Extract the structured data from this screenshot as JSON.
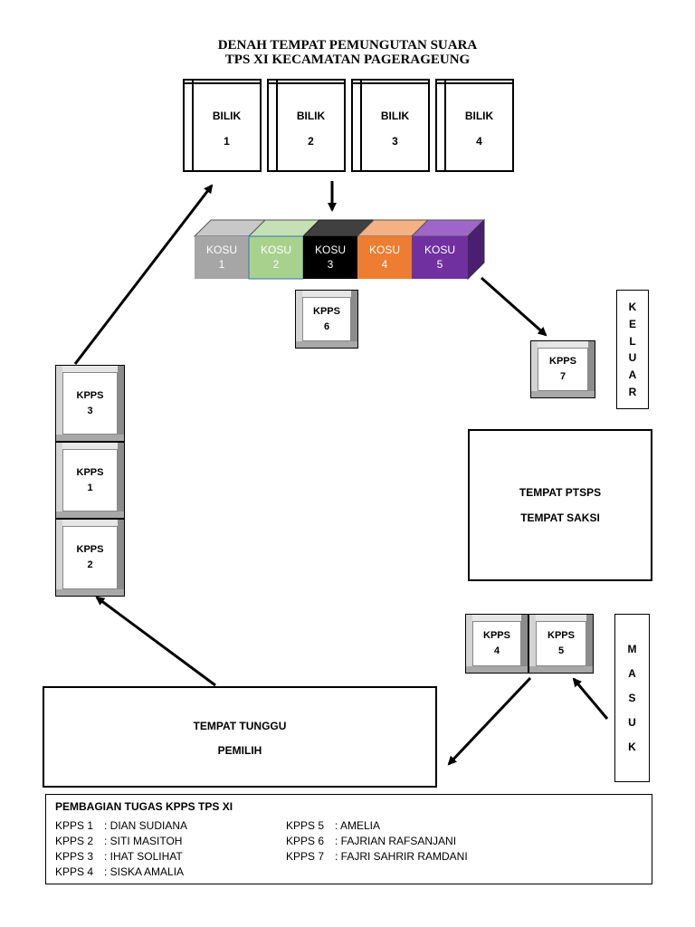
{
  "title": {
    "line1": "DENAH TEMPAT PEMUNGUTAN SUARA",
    "line2": "TPS XI KECAMATAN PAGERAGEUNG"
  },
  "booths": [
    {
      "label": "BILIK",
      "number": "1"
    },
    {
      "label": "BILIK",
      "number": "2"
    },
    {
      "label": "BILIK",
      "number": "3"
    },
    {
      "label": "BILIK",
      "number": "4"
    }
  ],
  "ballot_boxes": [
    {
      "label": "KOSU",
      "number": "1",
      "color": "#a6a6a6",
      "text_color": "#ffffff"
    },
    {
      "label": "KOSU",
      "number": "2",
      "color": "#a9d18e",
      "text_color": "#ffffff"
    },
    {
      "label": "KOSU",
      "number": "3",
      "color": "#000000",
      "text_color": "#ffffff"
    },
    {
      "label": "KOSU",
      "number": "4",
      "color": "#ed7d31",
      "text_color": "#ffffff"
    },
    {
      "label": "KOSU",
      "number": "5",
      "color": "#7030a0",
      "text_color": "#ffffff"
    }
  ],
  "kpps": {
    "k1": {
      "label": "KPPS",
      "number": "1"
    },
    "k2": {
      "label": "KPPS",
      "number": "2"
    },
    "k3": {
      "label": "KPPS",
      "number": "3"
    },
    "k4": {
      "label": "KPPS",
      "number": "4"
    },
    "k5": {
      "label": "KPPS",
      "number": "5"
    },
    "k6": {
      "label": "KPPS",
      "number": "6"
    },
    "k7": {
      "label": "KPPS",
      "number": "7"
    }
  },
  "exit_label": [
    "K",
    "E",
    "L",
    "U",
    "A",
    "R"
  ],
  "entry_label": [
    "M",
    "A",
    "S",
    "U",
    "K"
  ],
  "ptsps_box": {
    "line1": "TEMPAT PTSPS",
    "line2": "TEMPAT SAKSI"
  },
  "waiting_box": {
    "line1": "TEMPAT TUNGGU",
    "line2": "PEMILIH"
  },
  "legend": {
    "title": "PEMBAGIAN TUGAS KPPS TPS XI",
    "left": [
      {
        "code": "KPPS 1",
        "name": ": DIAN SUDIANA"
      },
      {
        "code": "KPPS 2",
        "name": ": SITI MASITOH"
      },
      {
        "code": "KPPS 3",
        "name": ": IHAT SOLIHAT"
      },
      {
        "code": "KPPS 4",
        "name": ": SISKA AMALIA"
      }
    ],
    "right": [
      {
        "code": "KPPS 5",
        "name": ": AMELIA"
      },
      {
        "code": "KPPS 6",
        "name": ": FAJRIAN RAFSANJANI"
      },
      {
        "code": "KPPS 7",
        "name": ": FAJRI SAHRIR RAMDANI"
      }
    ]
  }
}
